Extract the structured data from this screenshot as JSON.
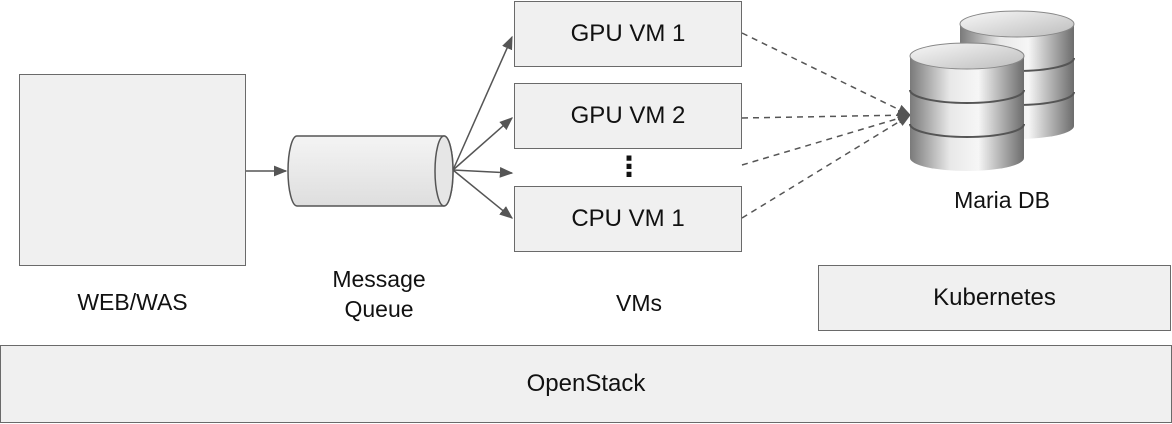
{
  "components": {
    "web_was": "WEB/WAS",
    "message_queue": "Message\nQueue",
    "vms_label": "VMs",
    "vms": [
      "GPU VM 1",
      "GPU VM 2",
      "CPU VM 1"
    ],
    "vm_ellipsis": "⋮",
    "database": "Maria DB",
    "kubernetes": "Kubernetes",
    "openstack": "OpenStack"
  },
  "icons": {
    "database": "database-cylinders-icon"
  }
}
